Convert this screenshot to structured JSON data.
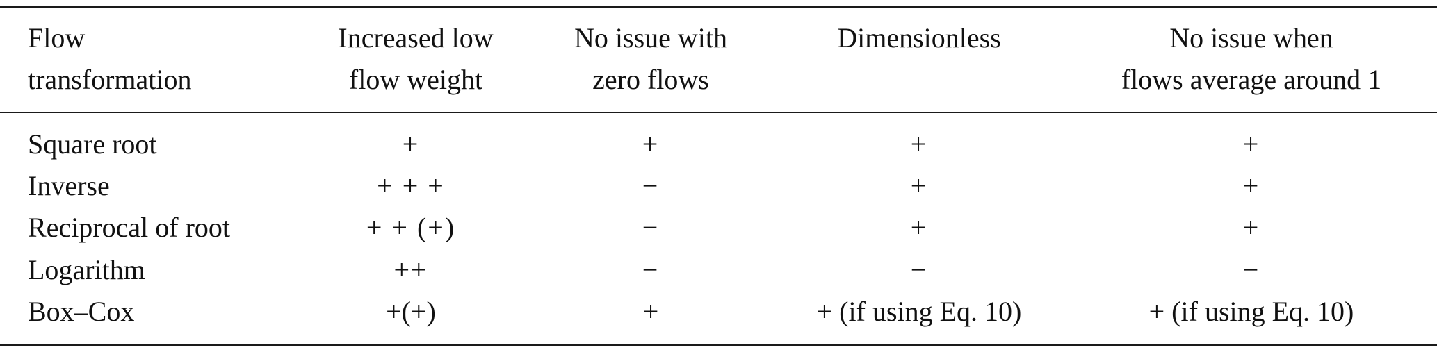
{
  "table": {
    "columns": [
      {
        "lines": [
          "Flow",
          "transformation"
        ]
      },
      {
        "lines": [
          "Increased low",
          "flow weight"
        ]
      },
      {
        "lines": [
          "No issue with",
          "zero flows"
        ]
      },
      {
        "lines": [
          "Dimensionless",
          ""
        ]
      },
      {
        "lines": [
          "No issue when",
          "flows average around 1"
        ]
      }
    ],
    "rows": [
      {
        "label": "Square root",
        "values": [
          "+",
          "+",
          "+",
          "+"
        ]
      },
      {
        "label": "Inverse",
        "values": [
          "+ + +",
          "−",
          "+",
          "+"
        ]
      },
      {
        "label": "Reciprocal of root",
        "values": [
          "+ + (+)",
          "−",
          "+",
          "+"
        ]
      },
      {
        "label": "Logarithm",
        "values": [
          "++",
          "−",
          "−",
          "−"
        ]
      },
      {
        "label": "Box–Cox",
        "values": [
          "+(+)",
          "+",
          "+ (if using Eq. 10)",
          "+ (if using Eq. 10)"
        ]
      }
    ]
  }
}
